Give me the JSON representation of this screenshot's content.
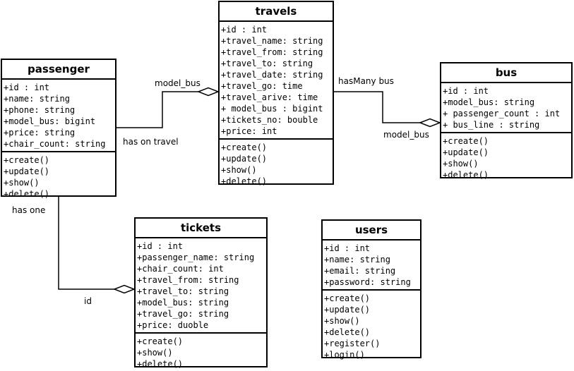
{
  "classes": {
    "passenger": {
      "name": "passenger",
      "attributes": [
        "+id : int",
        "+name: string",
        "+phone: string",
        "+model_bus: bigint",
        "+price: string",
        "+chair_count: string"
      ],
      "methods": [
        "+create()",
        "+update()",
        "+show()",
        "+delete()"
      ]
    },
    "travels": {
      "name": "travels",
      "attributes": [
        "+id : int",
        "+travel_name: string",
        "+travel_from: string",
        "+travel_to: string",
        "+travel_date: string",
        "+travel_go: time",
        "+travel_arive: time",
        "+ model_bus : bigint",
        "+tickets_no: bouble",
        "+price: int"
      ],
      "methods": [
        "+create()",
        "+update()",
        "+show()",
        "+delete()"
      ]
    },
    "bus": {
      "name": "bus",
      "attributes": [
        "+id : int",
        "+model_bus: string",
        "+ passenger_count : int",
        "+ bus_line : string"
      ],
      "methods": [
        "+create()",
        "+update()",
        "+show()",
        "+delete()"
      ]
    },
    "tickets": {
      "name": "tickets",
      "attributes": [
        "+id : int",
        "+passenger_name: string",
        "+chair_count: int",
        "+travel_from: string",
        "+travel_to: string",
        "+model_bus: string",
        "+travel_go: string",
        "+price: duoble"
      ],
      "methods": [
        "+create()",
        "+show()",
        "+delete()"
      ]
    },
    "users": {
      "name": "users",
      "attributes": [
        "+id : int",
        "+name: string",
        "+email: string",
        "+password: string"
      ],
      "methods": [
        "+create()",
        "+update()",
        "+show()",
        "+delete()",
        "+register()",
        "+login()"
      ]
    }
  },
  "relations": {
    "passenger_travels": {
      "label_target": "model_bus",
      "label_source": "has on travel"
    },
    "travels_bus": {
      "label_source": "hasMany bus",
      "label_target": "model_bus"
    },
    "passenger_tickets": {
      "label_source": "has one",
      "label_target": "id"
    }
  }
}
